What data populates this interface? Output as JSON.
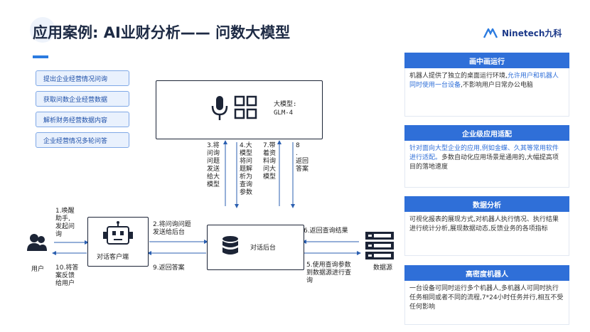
{
  "title": "应用案例: AI业财分析—— 问数大模型",
  "logo": {
    "text": "Ninetech九科"
  },
  "steps": [
    "提出企业经营情况问询",
    "获取问数企业经营数据",
    "解析财务经营数据内容",
    "企业经营情况多轮问答"
  ],
  "llm": {
    "label": "大模型:\nGLM-4"
  },
  "vertical_labels": {
    "s3": "3.将\n问询\n问题\n发送\n给大\n模型",
    "s4": "4.大\n模型\n将问\n题解\n析为\n查询\n参数",
    "s7": "7.带\n着资\n料询\n问大\n模型",
    "s8": "8\n.\n返回\n答案"
  },
  "nodes": {
    "user": "用户",
    "client": "对话客户端",
    "backend": "对话后台",
    "datasource": "数据源"
  },
  "edges": {
    "s1": "1.唤醒\n助手,\n发起问\n询",
    "s10": "10.将答\n案反馈\n给用户",
    "s2": "2.将问询问题\n发送给后台",
    "s9": "9.返回答案",
    "s6": "6.返回查询结果",
    "s5": "5.使用查询参数\n到数据源进行查\n询"
  },
  "panels": [
    {
      "head": "画中画运行",
      "pre": "机器人提供了独立的桌面运行环境,",
      "hl": "允许用户和机器人同时使用一台设备",
      "post": ",不影响用户日常办公电脑"
    },
    {
      "head": "企业级应用适配",
      "pre": "",
      "hl": "针对面向大型企业的应用,例如金蝶、久其等常用软件进行适配。",
      "post": "多数自动化应用场景是通用的,大幅提高项目的落地速度"
    },
    {
      "head": "数据分析",
      "pre": "可视化报表的展现方式,对机器人执行情况、执行结果进行统计分析,展现数据动态,反馈业务的各项指标",
      "hl": "",
      "post": ""
    },
    {
      "head": "高密度机器人",
      "pre": "一台设备可同时运行多个机器人,多机器人可同时执行任务相同或者不同的流程,7*24小时任务并行,相互不受任何影响",
      "hl": "",
      "post": ""
    }
  ],
  "colors": {
    "accent": "#2f6fd8",
    "dark": "#1c2436"
  }
}
